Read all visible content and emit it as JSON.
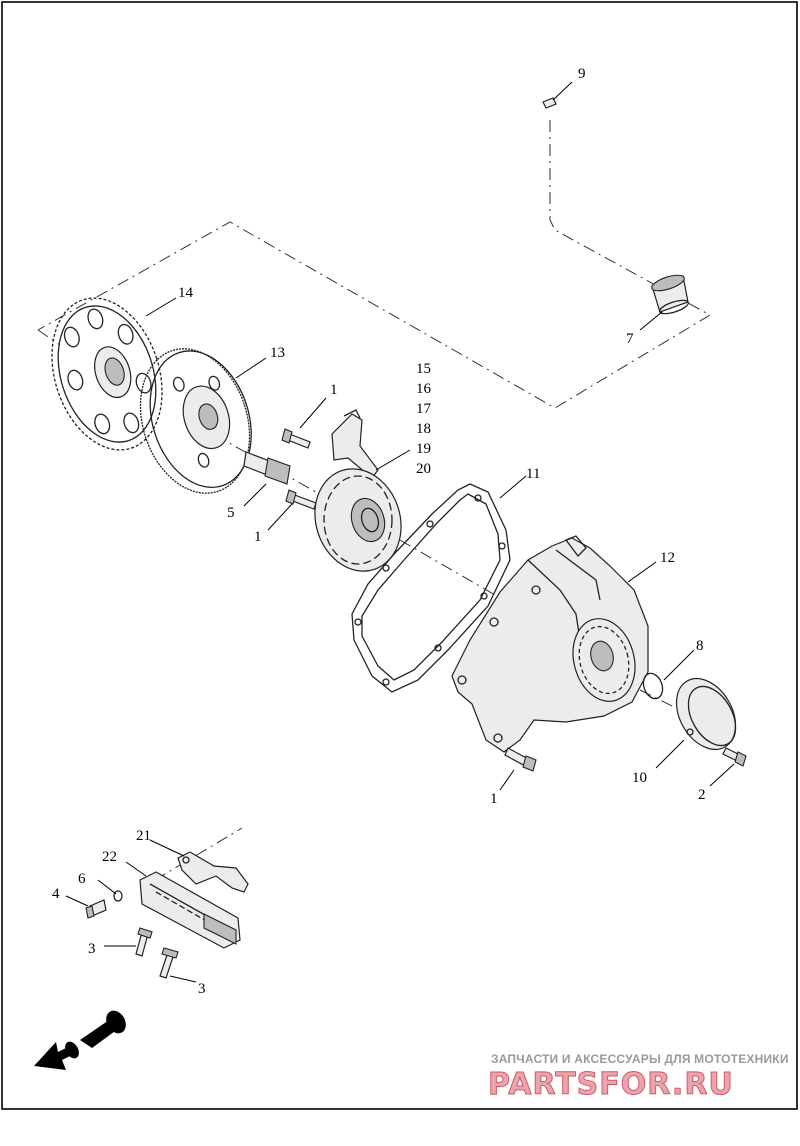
{
  "callouts": {
    "c9": "9",
    "c7": "7",
    "c14": "14",
    "c13": "13",
    "c1a": "1",
    "c15": "15",
    "c16": "16",
    "c17": "17",
    "c18": "18",
    "c19": "19",
    "c20": "20",
    "c5": "5",
    "c1b": "1",
    "c11": "11",
    "c12": "12",
    "c8": "8",
    "c10": "10",
    "c2": "2",
    "c1c": "1",
    "c21": "21",
    "c22": "22",
    "c6": "6",
    "c4": "4",
    "c3a": "3",
    "c3b": "3"
  },
  "watermark": {
    "tagline": "ЗАПЧАСТИ И АКСЕССУАРЫ ДЛЯ МОТОТЕХНИКИ",
    "logo": "PARTSFOR.RU"
  },
  "icons": {
    "direction": "motorcycle-front-arrow-icon"
  },
  "colors": {
    "line": "#222222",
    "watermark_logo": "#e9a4ac",
    "watermark_text": "#9a9a9a"
  }
}
